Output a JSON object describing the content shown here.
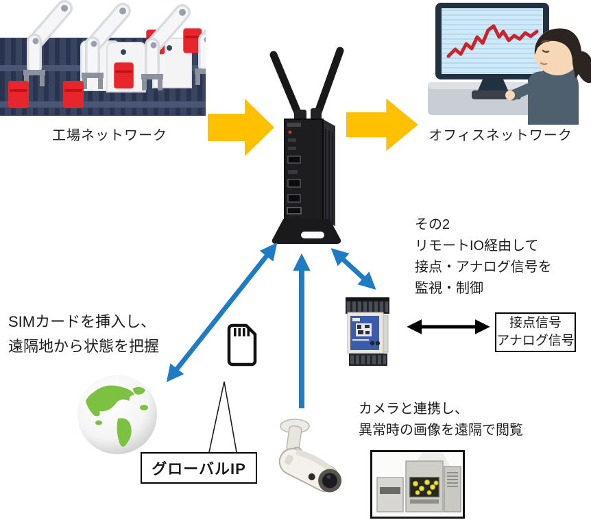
{
  "nodes": {
    "factory": {
      "label": "工場ネットワーク"
    },
    "office": {
      "label": "オフィスネットワーク"
    }
  },
  "notes": {
    "sim": {
      "line1": "SIMカードを挿入し、",
      "line2": "遠隔地から状態を把握"
    },
    "remote_io": {
      "line1": "その2",
      "line2": "リモートIO経由して",
      "line3": "接点・アナログ信号を",
      "line4": "監視・制御"
    },
    "camera": {
      "line1": "カメラと連携し、",
      "line2": "異常時の画像を遠隔で閲覧"
    }
  },
  "callouts": {
    "global_ip": "グローバルIP",
    "signal": {
      "line1": "接点信号",
      "line2": "アナログ信号"
    }
  },
  "icons": {
    "factory": "factory-robots-illustration",
    "office": "office-worker-monitor-illustration",
    "router": "lte-router-two-antennas",
    "remote_io": "din-rail-remote-io-module",
    "globe": "earth-globe",
    "sim": "sim-card-icon",
    "camera": "bullet-security-camera",
    "machine": "factory-machine-photo"
  },
  "colors": {
    "flow_arrow_yellow": "#FFC000",
    "link_arrow_blue": "#1F7CC4",
    "signal_arrow_black": "#000000",
    "alert_red": "#E8252A",
    "globe_green": "#7CC142"
  }
}
